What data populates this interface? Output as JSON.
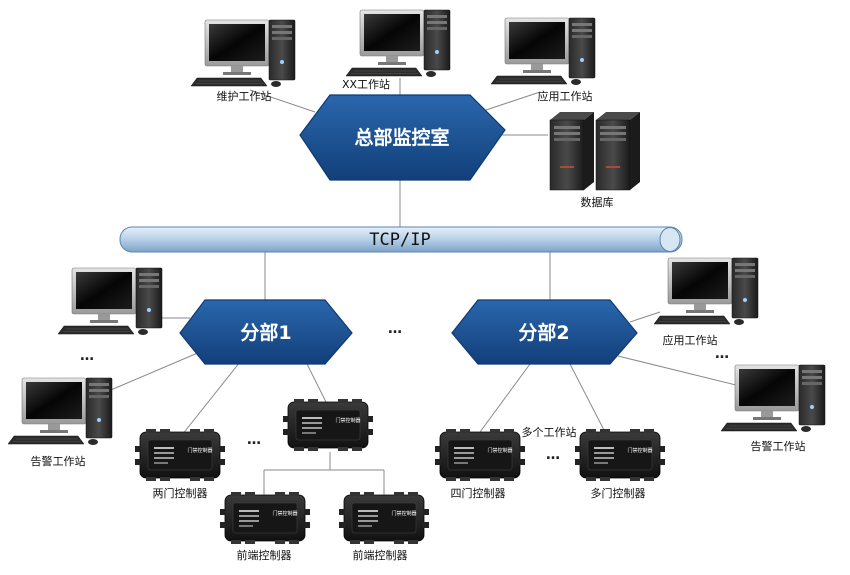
{
  "colors": {
    "hub": "#184f93",
    "hub_edge": "#0e3a72",
    "bus": "#bcd4ea",
    "bus_edge": "#5b86b0",
    "link": "#8a8a8a"
  },
  "bus": {
    "label": "TCP/IP"
  },
  "hubs": {
    "headquarters": "总部监控室",
    "branch1": "分部1",
    "branch2": "分部2"
  },
  "workstations": {
    "maintenance": "维护工作站",
    "xx": "XX工作站",
    "application_top": "应用工作站",
    "application_right": "应用工作站",
    "alarm_left": "告警工作站",
    "alarm_right": "告警工作站"
  },
  "database": {
    "label": "数据库"
  },
  "controllers": {
    "two_door": "两门控制器",
    "front_end_1": "前端控制器",
    "front_end_2": "前端控制器",
    "four_door": "四门控制器",
    "multi_door": "多门控制器",
    "device_tag": "门禁控制器"
  },
  "annotations": {
    "multi_workstation": "多个工作站",
    "ellipsis": "…"
  }
}
